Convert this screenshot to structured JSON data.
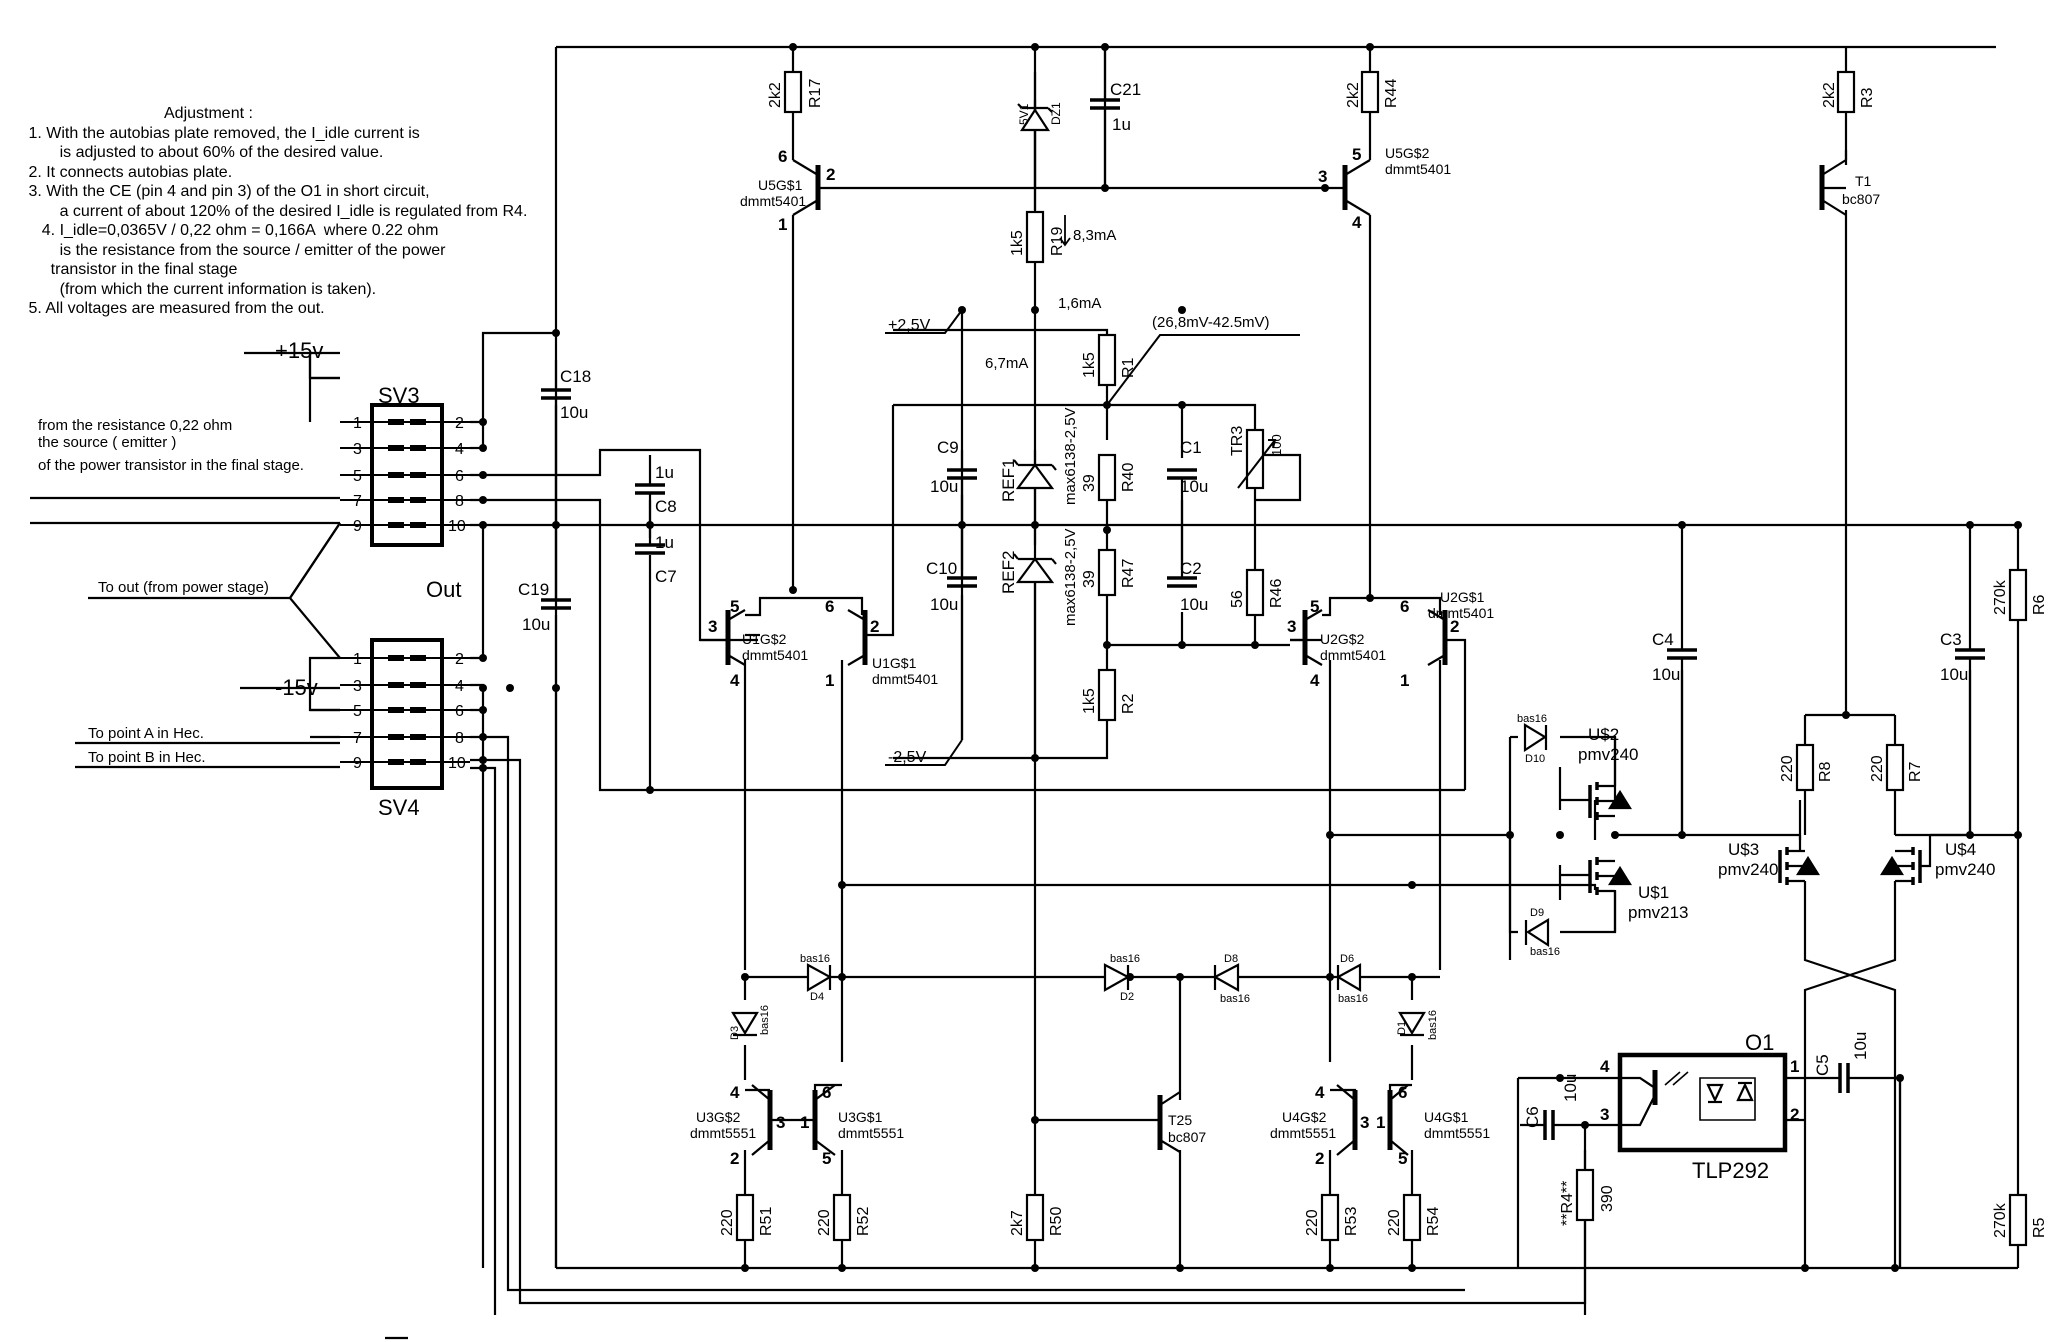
{
  "notes": {
    "title": "Adjustment :",
    "lines": [
      " 1. With the autobias plate removed, the I_idle current is",
      "        is adjusted to about 60% of the desired value.",
      " 2. It connects autobias plate.",
      " 3. With the CE (pin 4 and pin 3) of the O1 in short circuit,",
      "        a current of about 120% of the desired I_idle is regulated from R4.",
      "    4. I_idle=0,0365V / 0,22 ohm = 0,166A  where 0.22 ohm",
      "        is the resistance from the source / emitter of the power",
      "      transistor in the final stage",
      "        (from which the current information is taken).",
      " 5. All voltages are measured from the out."
    ]
  },
  "connectors": {
    "sv3": {
      "name": "SV3",
      "supply": "+15v"
    },
    "sv4": {
      "name": "SV4",
      "supply": "-15v"
    },
    "odd_pins": [
      "1",
      "3",
      "5",
      "7",
      "9"
    ],
    "even_pins": [
      "2",
      "4",
      "6",
      "8",
      "10"
    ],
    "out_label": "Out",
    "wire_labels": {
      "from_resistance": "from the resistance 0,22 ohm",
      "source_emitter": "the source ( emitter )",
      "power_transistor": "of the power transistor in the final stage.",
      "to_out": "To out (from power stage)",
      "point_a": "To point A in Hec.",
      "point_b": "To point B in Hec."
    }
  },
  "nets": {
    "pos_ref": "+2,5V",
    "neg_ref": "-2,5V",
    "i_r19": "8,3mA",
    "i_r1": "1,6mA",
    "i_ref": "6,7mA",
    "v_range": "(26,8mV-42.5mV)"
  },
  "resistors": [
    {
      "ref": "R17",
      "value": "2k2"
    },
    {
      "ref": "R19",
      "value": "1k5"
    },
    {
      "ref": "R44",
      "value": "2k2"
    },
    {
      "ref": "R3",
      "value": "2k2"
    },
    {
      "ref": "R1",
      "value": "1k5"
    },
    {
      "ref": "R40",
      "value": "39"
    },
    {
      "ref": "R47",
      "value": "39"
    },
    {
      "ref": "R2",
      "value": "1k5"
    },
    {
      "ref": "R46",
      "value": "56"
    },
    {
      "ref": "TR3",
      "value": "100"
    },
    {
      "ref": "R6",
      "value": "270k"
    },
    {
      "ref": "R5",
      "value": "270k"
    },
    {
      "ref": "R8",
      "value": "220"
    },
    {
      "ref": "R7",
      "value": "220"
    },
    {
      "ref": "R51",
      "value": "220"
    },
    {
      "ref": "R52",
      "value": "220"
    },
    {
      "ref": "R50",
      "value": "2k7"
    },
    {
      "ref": "R53",
      "value": "220"
    },
    {
      "ref": "R54",
      "value": "220"
    },
    {
      "ref": "**R4**",
      "value": "390"
    }
  ],
  "capacitors": [
    {
      "ref": "C21",
      "value": "1u"
    },
    {
      "ref": "C18",
      "value": "10u"
    },
    {
      "ref": "C19",
      "value": "10u"
    },
    {
      "ref": "C8",
      "value": "1u"
    },
    {
      "ref": "C7",
      "value": "1u"
    },
    {
      "ref": "C9",
      "value": "10u"
    },
    {
      "ref": "C10",
      "value": "10u"
    },
    {
      "ref": "C1",
      "value": "10u"
    },
    {
      "ref": "C2",
      "value": "10u"
    },
    {
      "ref": "C4",
      "value": "10u"
    },
    {
      "ref": "C3",
      "value": "10u"
    },
    {
      "ref": "C5",
      "value": "10u"
    },
    {
      "ref": "C6",
      "value": "10u"
    }
  ],
  "zener": {
    "ref": "DZ1",
    "value": "5V1"
  },
  "refs": [
    {
      "ref": "REF1",
      "part": "max6138-2,5V"
    },
    {
      "ref": "REF2",
      "part": "max6138-2,5V"
    }
  ],
  "transistors": [
    {
      "ref": "U5G$1",
      "part": "dmmt5401"
    },
    {
      "ref": "U5G$2",
      "part": "dmmt5401"
    },
    {
      "ref": "T1",
      "part": "bc807"
    },
    {
      "ref": "U1G$2",
      "part": "dmmt5401"
    },
    {
      "ref": "U1G$1",
      "part": "dmmt5401"
    },
    {
      "ref": "U2G$2",
      "part": "dmmt5401"
    },
    {
      "ref": "U2G$1",
      "part": "dmmt5401"
    },
    {
      "ref": "U3G$2",
      "part": "dmmt5551"
    },
    {
      "ref": "U3G$1",
      "part": "dmmt5551"
    },
    {
      "ref": "T25",
      "part": "bc807"
    },
    {
      "ref": "U4G$2",
      "part": "dmmt5551"
    },
    {
      "ref": "U4G$1",
      "part": "dmmt5551"
    }
  ],
  "mosfets": [
    {
      "ref": "U$2",
      "part": "pmv240"
    },
    {
      "ref": "U$1",
      "part": "pmv213"
    },
    {
      "ref": "U$3",
      "part": "pmv240"
    },
    {
      "ref": "U$4",
      "part": "pmv240"
    }
  ],
  "diodes": [
    {
      "ref": "D10",
      "part": "bas16"
    },
    {
      "ref": "D9",
      "part": "bas16"
    },
    {
      "ref": "D4",
      "part": "bas16"
    },
    {
      "ref": "D3",
      "part": "bas16"
    },
    {
      "ref": "D2",
      "part": "bas16"
    },
    {
      "ref": "D8",
      "part": "bas16"
    },
    {
      "ref": "D6",
      "part": "bas16"
    },
    {
      "ref": "D1",
      "part": "bas16"
    }
  ],
  "optocoupler": {
    "ref": "O1",
    "part": "TLP292"
  },
  "pins": {
    "one": "1",
    "two": "2",
    "three": "3",
    "four": "4",
    "five": "5",
    "six": "6"
  }
}
